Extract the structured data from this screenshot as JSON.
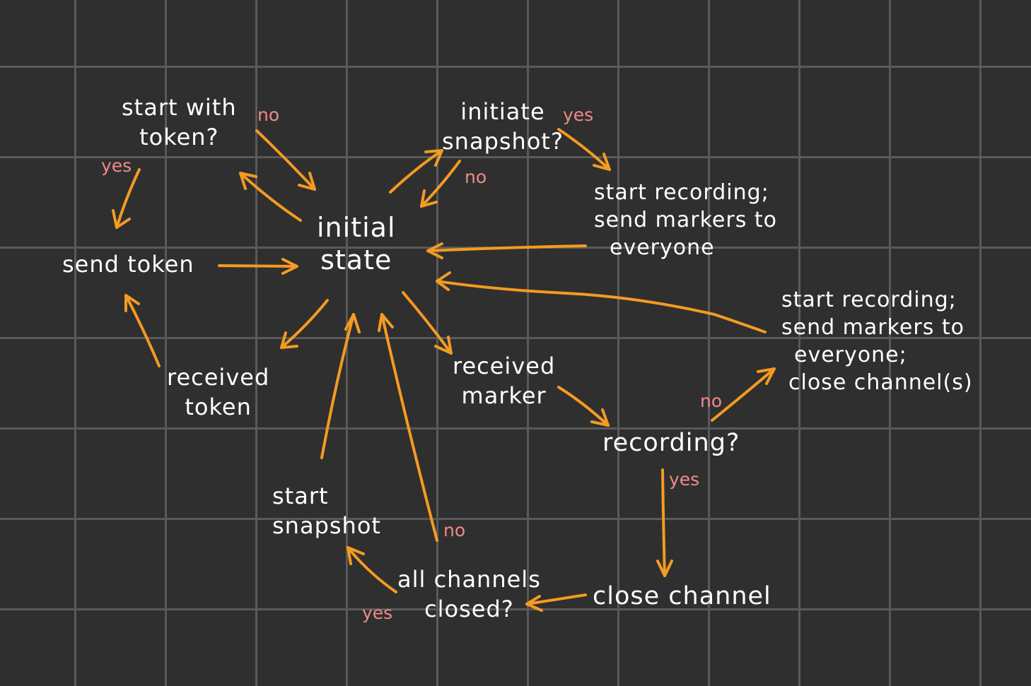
{
  "colors": {
    "background": "#2f2f2f",
    "grid": "#5a5a5a",
    "arrow": "#f39b22",
    "node_text": "#ffffff",
    "edge_label": "#f08a8a"
  },
  "nodes": {
    "start_with_token": {
      "lines": [
        "start with",
        "token?"
      ]
    },
    "initial_state": {
      "lines": [
        "initial",
        "state"
      ]
    },
    "initiate_snapshot": {
      "lines": [
        "initiate",
        "snapshot?"
      ]
    },
    "start_recording_1": {
      "lines": [
        "start recording;",
        "send markers to",
        "everyone"
      ]
    },
    "send_token": {
      "lines": [
        "send token"
      ]
    },
    "received_token": {
      "lines": [
        "received",
        "token"
      ]
    },
    "received_marker": {
      "lines": [
        "received",
        "marker"
      ]
    },
    "start_recording_2": {
      "lines": [
        "start recording;",
        "send markers to",
        "everyone;",
        "close channel(s)"
      ]
    },
    "recording": {
      "lines": [
        "recording?"
      ]
    },
    "start_snapshot": {
      "lines": [
        "start",
        "snapshot"
      ]
    },
    "all_channels_closed": {
      "lines": [
        "all channels",
        "closed?"
      ]
    },
    "close_channel": {
      "lines": [
        "close channel"
      ]
    }
  },
  "edge_labels": {
    "token_no": "no",
    "token_yes": "yes",
    "snapshot_yes": "yes",
    "snapshot_no": "no",
    "recording_no": "no",
    "recording_yes": "yes",
    "closed_no": "no",
    "closed_yes": "yes"
  }
}
